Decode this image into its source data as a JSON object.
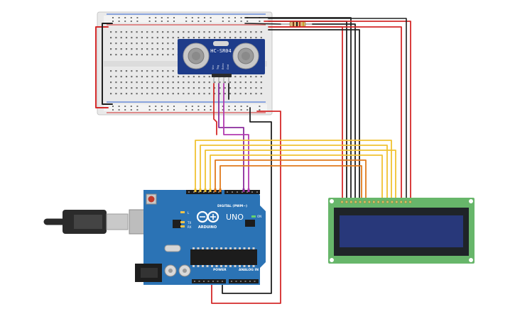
{
  "sensor": {
    "model": "HC-SR04",
    "pins": [
      "Vcc",
      "Trig",
      "Echo",
      "Gnd"
    ]
  },
  "arduino": {
    "brand": "ARDUINO",
    "model": "UNO",
    "section_digital": "DIGITAL (PWM~)",
    "section_power": "POWER",
    "section_analog": "ANALOG IN",
    "tx_label": "TX",
    "rx_label": "RX",
    "l_label": "L",
    "on_label": "ON"
  },
  "colors": {
    "wire_red": "#d42a2a",
    "wire_black": "#202020",
    "wire_purple": "#8b2b9c",
    "wire_magenta": "#b23bb0",
    "wire_orange": "#e07a1c",
    "wire_yellow": "#f1c232",
    "arduino_board": "#2b73b5",
    "sensor_board": "#1e3c8a",
    "lcd_board": "#67b66a",
    "lcd_screen": "#28387a"
  }
}
